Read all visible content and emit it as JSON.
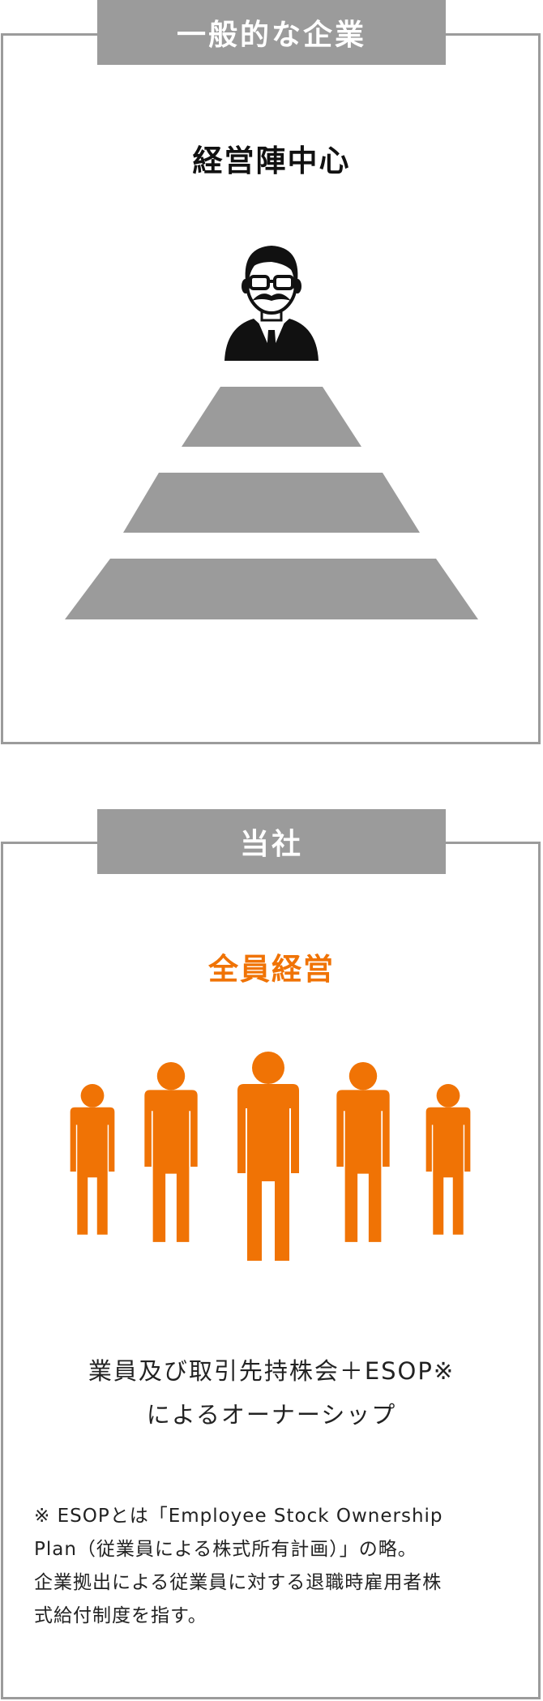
{
  "general": {
    "tab_label": "一般的な企業",
    "heading": "経営陣中心"
  },
  "ours": {
    "tab_label": "当社",
    "heading": "全員経営",
    "statement_lines": [
      "業員及び取引先持株会＋ESOP※",
      "によるオーナーシップ"
    ],
    "note_lines": [
      "※ ESOPとは「Employee Stock Ownership",
      "Plan（従業員による株式所有計画）」の略。",
      "企業拠出による従業員に対する退職時雇用者株",
      "式給付制度を指す。"
    ]
  },
  "colors": {
    "accent": "#f07305",
    "frame": "#9b9b9b",
    "pyramid": "#9b9b9b",
    "icon_dark": "#111111"
  },
  "icons": {
    "boss": "businessman-with-glasses-and-mustache-icon",
    "people": "group-of-people-icon"
  }
}
